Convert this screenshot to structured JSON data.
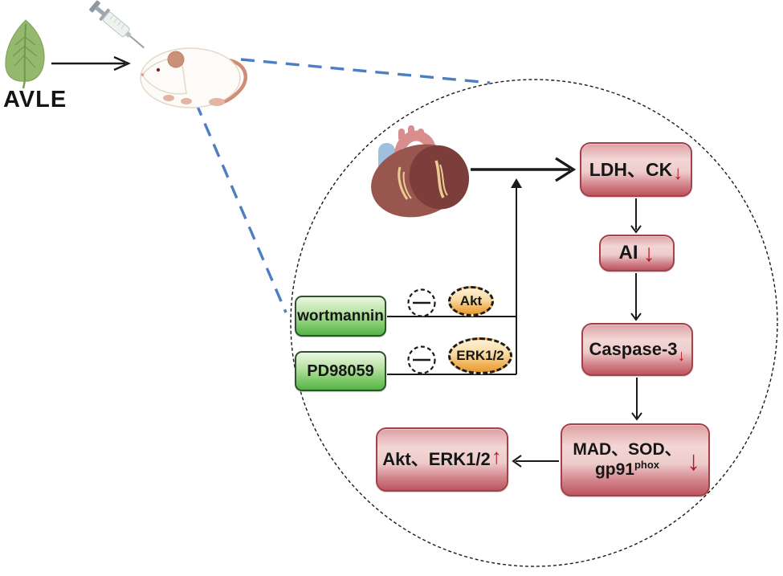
{
  "source": {
    "extract_label": "AVLE"
  },
  "pathway": {
    "ldh_ck": {
      "label": "LDH、CK",
      "arrow": "↓",
      "direction": "down"
    },
    "ai": {
      "label": "AI",
      "arrow": "↓",
      "direction": "down"
    },
    "caspase3": {
      "label": "Caspase-3",
      "arrow": "↓",
      "direction": "down"
    },
    "oxidative": {
      "line1": "MAD、SOD、",
      "line2_base": "gp91",
      "line2_sup": "phox",
      "arrow": "↓",
      "direction": "down"
    },
    "akt_erk": {
      "label": "Akt、ERK1/2",
      "arrow": "↑",
      "direction": "up"
    },
    "inhibitors": [
      {
        "label": "wortmannin",
        "target": "Akt"
      },
      {
        "label": "PD98059",
        "target": "ERK1/2"
      }
    ],
    "kinases": [
      {
        "label": "Akt"
      },
      {
        "label": "ERK1/2"
      }
    ]
  },
  "icons": {
    "leaf": "leaf-icon",
    "syringe": "syringe-icon",
    "mouse": "mouse-icon",
    "heart": "heart-icon",
    "inhibition": "inhibition-icon"
  },
  "colors": {
    "red_box_light": "#f2d6d5",
    "red_box_dark": "#bd5560",
    "red_box_border": "#a2434c",
    "green_box_light": "#eaf7e0",
    "green_box_dark": "#55b248",
    "green_box_border": "#30502e",
    "orange_oval_light": "#fdf1d6",
    "orange_oval_dark": "#e9992f",
    "arrow_red": "#b01c22",
    "callout_blue": "#4d7ec4",
    "line_black": "#1a1a1a",
    "leaf_green": "#94b96d"
  }
}
